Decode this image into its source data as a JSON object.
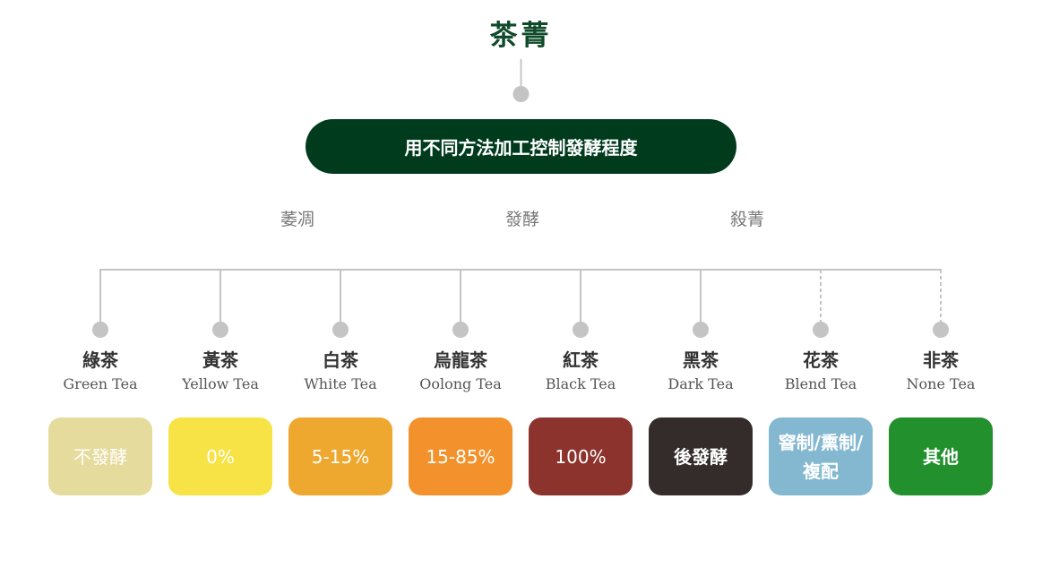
{
  "title": "茶菁",
  "root_label": "用不同方法加工控制發酵程度",
  "processes": [
    "萎凋",
    "發酵",
    "殺菁"
  ],
  "colors": {
    "title": "#0f4a2a",
    "pill": "#003b1e",
    "connector": "#c4c4c4"
  },
  "teas": [
    {
      "zh": "綠茶",
      "en": "Green Tea",
      "level": "不發酵",
      "color": "#e5db9c"
    },
    {
      "zh": "黃茶",
      "en": "Yellow Tea",
      "level": "0%",
      "color": "#f7e345"
    },
    {
      "zh": "白茶",
      "en": "White Tea",
      "level": "5-15%",
      "color": "#eea830"
    },
    {
      "zh": "烏龍茶",
      "en": "Oolong Tea",
      "level": "15-85%",
      "color": "#f3922c"
    },
    {
      "zh": "紅茶",
      "en": "Black Tea",
      "level": "100%",
      "color": "#8c332e"
    },
    {
      "zh": "黑茶",
      "en": "Dark Tea",
      "level": "後發酵",
      "color": "#342c2b"
    },
    {
      "zh": "花茶",
      "en": "Blend Tea",
      "level": "窨制/熏制/複配",
      "color": "#84b8d0"
    },
    {
      "zh": "非茶",
      "en": "None Tea",
      "level": "其他",
      "color": "#22902c"
    }
  ]
}
